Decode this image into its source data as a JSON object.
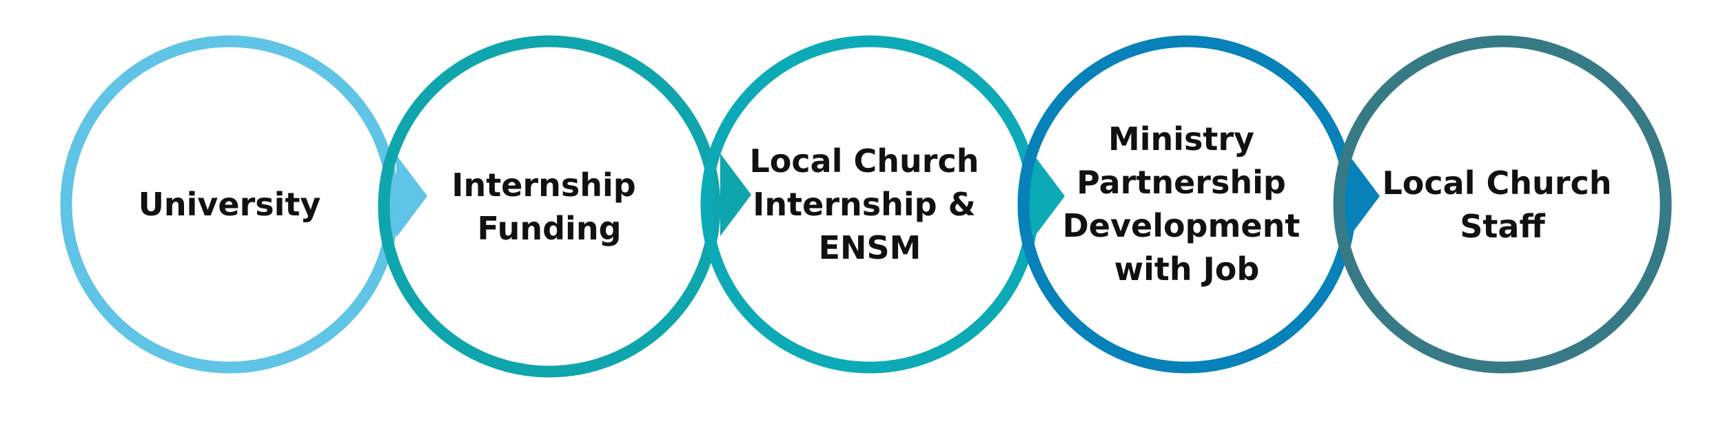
{
  "steps": [
    {
      "lines": [
        "University"
      ],
      "color": "#5FC4E5"
    },
    {
      "lines": [
        "Internship",
        "Funding"
      ],
      "color": "#0FA5AC"
    },
    {
      "lines": [
        "Local Church",
        "Internship &",
        "ENSM"
      ],
      "color": "#0CAAB7"
    },
    {
      "lines": [
        "Ministry",
        "Partnership",
        "Development",
        "with Job"
      ],
      "color": "#0681B9"
    },
    {
      "lines": [
        "Local Church",
        "Staff"
      ],
      "color": "#367A86"
    }
  ]
}
